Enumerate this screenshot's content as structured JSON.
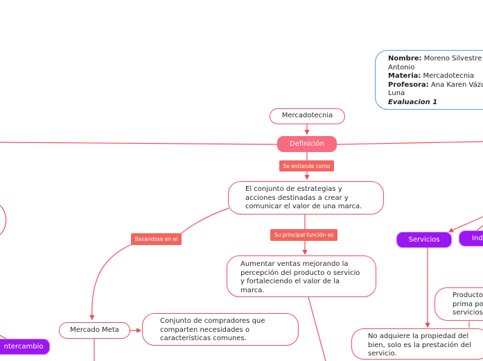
{
  "info": {
    "nombre_label": "Nombre:",
    "nombre_value": " Moreno Silvestre L",
    "nombre_cont": "Antonio",
    "materia_label": "Materia:",
    "materia_value": " Mercadotecnia",
    "profesora_label": "Profesora:",
    "profesora_value": " Ana Karen Vázqu",
    "profesora_cont": "Luna",
    "evaluacion": "Evaluacion 1"
  },
  "nodes": {
    "mercadotecnia": "Mercadotecnia",
    "definicion": "Definición",
    "conjunto": "El conjunto de estrategias y acciones destinadas a crear y comunicar el valor de una marca.",
    "aumentar": "Aumentar ventas mejorando la percepción del producto o servicio y fortaleciendo el valor de la marca.",
    "mercado_meta": "Mercado Meta",
    "compradores": "Conjunto de compradores que comparten necesidades o características comunes.",
    "servicios": "Servicios",
    "ind": "Ind",
    "producto": "Producto prima po servicios",
    "no_adquiere": "No adquiere la propiedad del bien, solo es la prestación del servicio.",
    "intercambio": "ntercambio"
  },
  "tags": {
    "se_entiende": "Se entiende como",
    "su_principal": "Su principal función es",
    "basandose": "Basandose en el"
  }
}
